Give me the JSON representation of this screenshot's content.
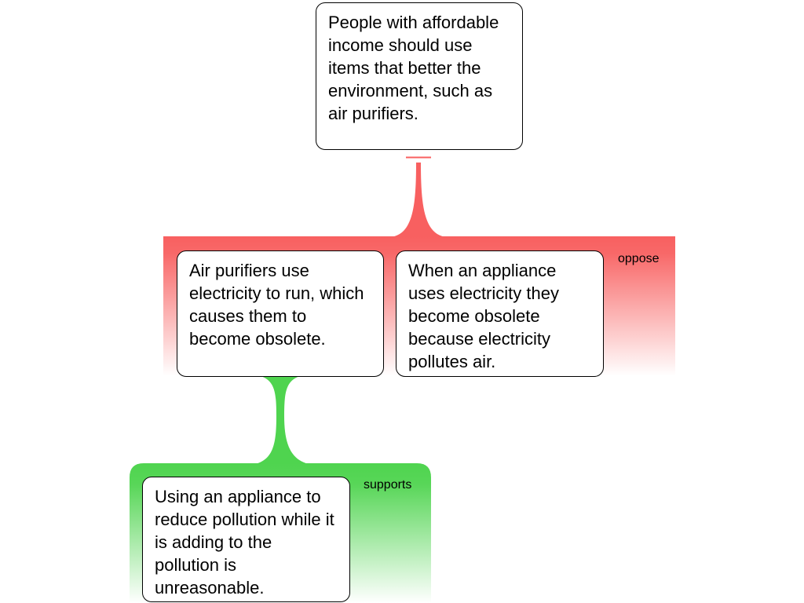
{
  "colors": {
    "oppose": "#f86060",
    "supports": "#4fd44f",
    "box_border": "#000000",
    "background": "#ffffff"
  },
  "claim": {
    "text": "People with affordable income should use items that better the environment, such as air purifiers."
  },
  "oppose_group": {
    "label": "oppose",
    "premises": [
      {
        "text": "Air purifiers use electricity to run, which causes them to become obsolete."
      },
      {
        "text": "When an appliance uses electricity they become obsolete because electricity pollutes air."
      }
    ]
  },
  "supports_group": {
    "label": "supports",
    "premises": [
      {
        "text": "Using an appliance to reduce pollution while it is adding to the pollution is unreasonable."
      }
    ]
  }
}
